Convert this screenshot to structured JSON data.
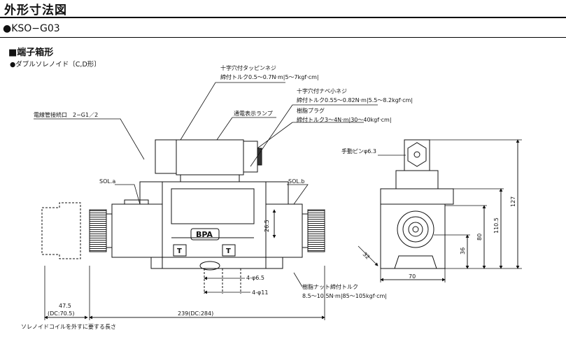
{
  "header": {
    "title": "外形寸法図",
    "model": "●KSO−G03",
    "section": "■端子箱形",
    "subtitle": "●ダブルソレノイド〔C,D形〕"
  },
  "labels": {
    "screw_plus": "十字穴付タッピンネジ",
    "screw_plus_torque": "締付トルク0.5〜0.7N·m|5〜7kgf·cm|",
    "screw_pan": "十字穴付ナベ小ネジ",
    "screw_pan_torque": "締付トルク0.55〜0.82N·m|5.5〜8.2kgf·cm|",
    "resin_plug": "樹脂プラグ",
    "resin_plug_torque": "締付トルク3〜4N·m|30〜40kgf·cm|",
    "conduit": "電線管接続口　2−G1／2",
    "lamp": "通電表示ランプ",
    "manual_pin": "手動ピンφ6.3",
    "sol_a": "SOL.a",
    "sol_b": "SOL.b",
    "nut_torque": "樹脂ナット締付トルク",
    "nut_torque_value": "8.5〜10.5N·m|85〜105kgf·cm|",
    "coil_note": "ソレノイドコイルを外すに要する長さ",
    "brand": "BPA",
    "port_t_left": "T",
    "port_t_right": "T"
  },
  "dimensions": {
    "d26_5": "26.5",
    "phi6_5": "4-φ6.5",
    "phi11": "4-φ11",
    "d47_5": "47.5",
    "d47_5_dc": "(DC:70.5)",
    "d239": "239(DC:284)",
    "d127": "127",
    "d110_5": "110.5",
    "d80": "80",
    "d36": "36",
    "d70": "70",
    "d32": "32"
  }
}
